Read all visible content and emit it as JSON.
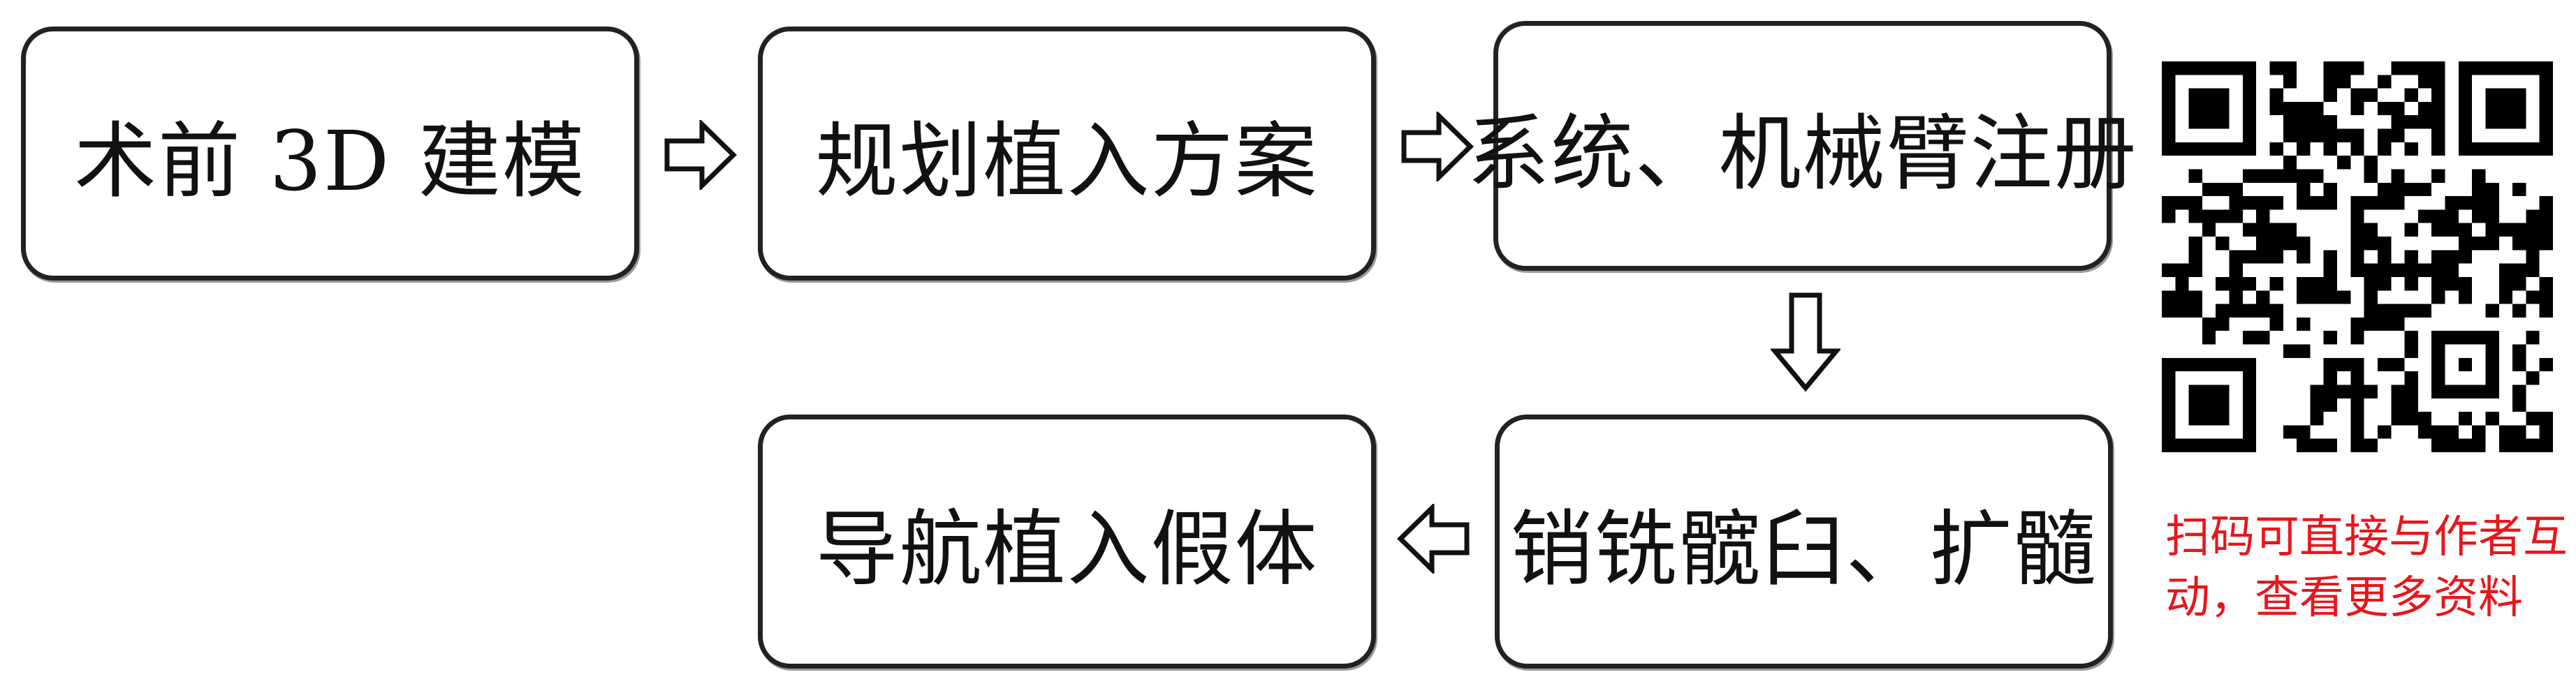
{
  "steps": [
    {
      "label": "术前 3D 建模"
    },
    {
      "label": "规划植入方案"
    },
    {
      "label": "系统、机械臂注册"
    },
    {
      "label": "销铣髋臼、扩髓"
    },
    {
      "label": "导航植入假体"
    }
  ],
  "qr": {
    "caption_line1": "扫码可直接与作者互",
    "caption_line2": "动，查看更多资料"
  },
  "colors": {
    "border": "#222222",
    "caption": "#e8161b"
  },
  "icons": {
    "arrow": "hollow-arrow-icon",
    "qr": "qr-code-icon"
  }
}
